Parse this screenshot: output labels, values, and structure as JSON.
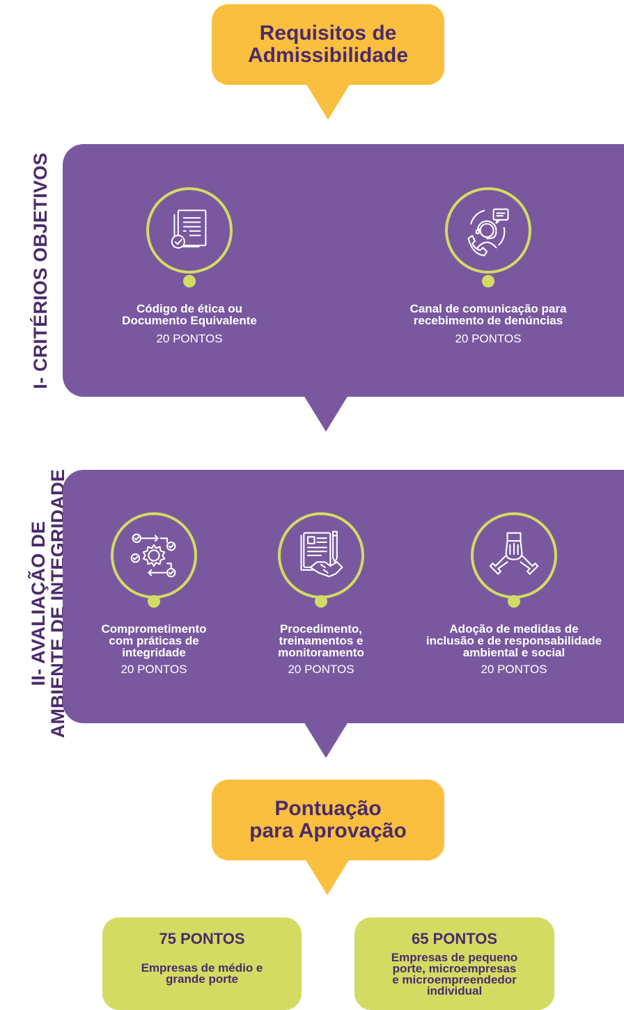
{
  "colors": {
    "yellow": "#fbbf3f",
    "purple": "#7a58a0",
    "dark_purple": "#4a2b6b",
    "lime": "#d3db63",
    "white": "#ffffff"
  },
  "top_box": {
    "line1": "Requisitos de",
    "line2": "Admissibilidade"
  },
  "section1": {
    "label": "I- CRITÉRIOS OBJETIVOS",
    "items": [
      {
        "icon": "document-check-icon",
        "line1": "Código de ética ou",
        "line2": "Documento Equivalente",
        "points": "20 PONTOS"
      },
      {
        "icon": "support-agent-icon",
        "line1": "Canal de comunicação para",
        "line2": "recebimento de denúncias",
        "points": "20 PONTOS"
      }
    ]
  },
  "section2": {
    "label_line1": "II- AVALIAÇÃO DE",
    "label_line2": "AMBIENTE DE INTEGRIDADE",
    "items": [
      {
        "icon": "process-gear-icon",
        "line1": "Comprometimento",
        "line2": "com práticas de",
        "line3": "integridade",
        "points": "20 PONTOS"
      },
      {
        "icon": "document-handshake-icon",
        "line1": "Procedimento,",
        "line2": "treinamentos e",
        "line3": "monitoramento",
        "points": "20 PONTOS"
      },
      {
        "icon": "joined-hands-icon",
        "line1": "Adoção de medidas de",
        "line2": "inclusão e de responsabilidade",
        "line3": "ambiental e social",
        "points": "20 PONTOS"
      }
    ]
  },
  "score_box": {
    "line1": "Pontuação",
    "line2": "para Aprovação"
  },
  "results": [
    {
      "points": "75 PONTOS",
      "line1": "Empresas de médio e",
      "line2": "grande porte"
    },
    {
      "points": "65 PONTOS",
      "line1": "Empresas de pequeno",
      "line2": "porte, microempresas",
      "line3": "e microempreendedor",
      "line4": "individual"
    }
  ]
}
